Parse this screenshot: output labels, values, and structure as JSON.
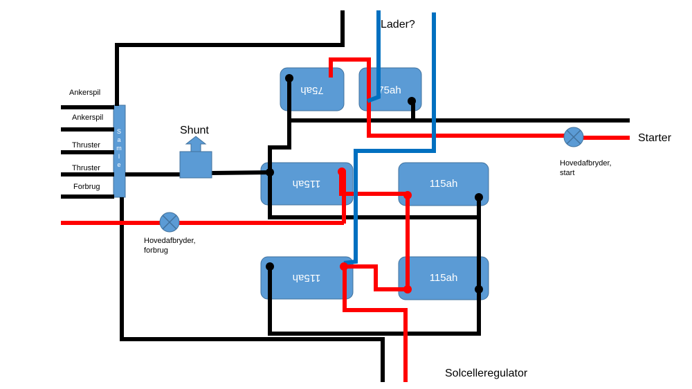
{
  "labels": {
    "lader": "Lader?",
    "shunt": "Shunt",
    "starter": "Starter",
    "solcelleregulator": "Solcelleregulator",
    "switch_start_line1": "Hovedafbryder,",
    "switch_start_line2": "start",
    "switch_forbrug_line1": "Hovedafbryder,",
    "switch_forbrug_line2": "forbrug",
    "bus_bar": "Samle"
  },
  "loads": [
    "Ankerspil",
    "Ankerspil",
    "Thruster",
    "Thruster",
    "Forbrug"
  ],
  "batteries": {
    "b75_left": "75ah",
    "b75_right": "75ah",
    "b115_mid_left": "115ah",
    "b115_mid_right": "115ah",
    "b115_low_left": "115ah",
    "b115_low_right": "115ah"
  },
  "colors": {
    "battery_fill": "#5b9bd5",
    "battery_stroke": "#41719c",
    "negative_wire": "#000000",
    "positive_wire": "#ff0000",
    "charger_wire": "#0070c0",
    "switch_fill": "#5b9bd5"
  }
}
